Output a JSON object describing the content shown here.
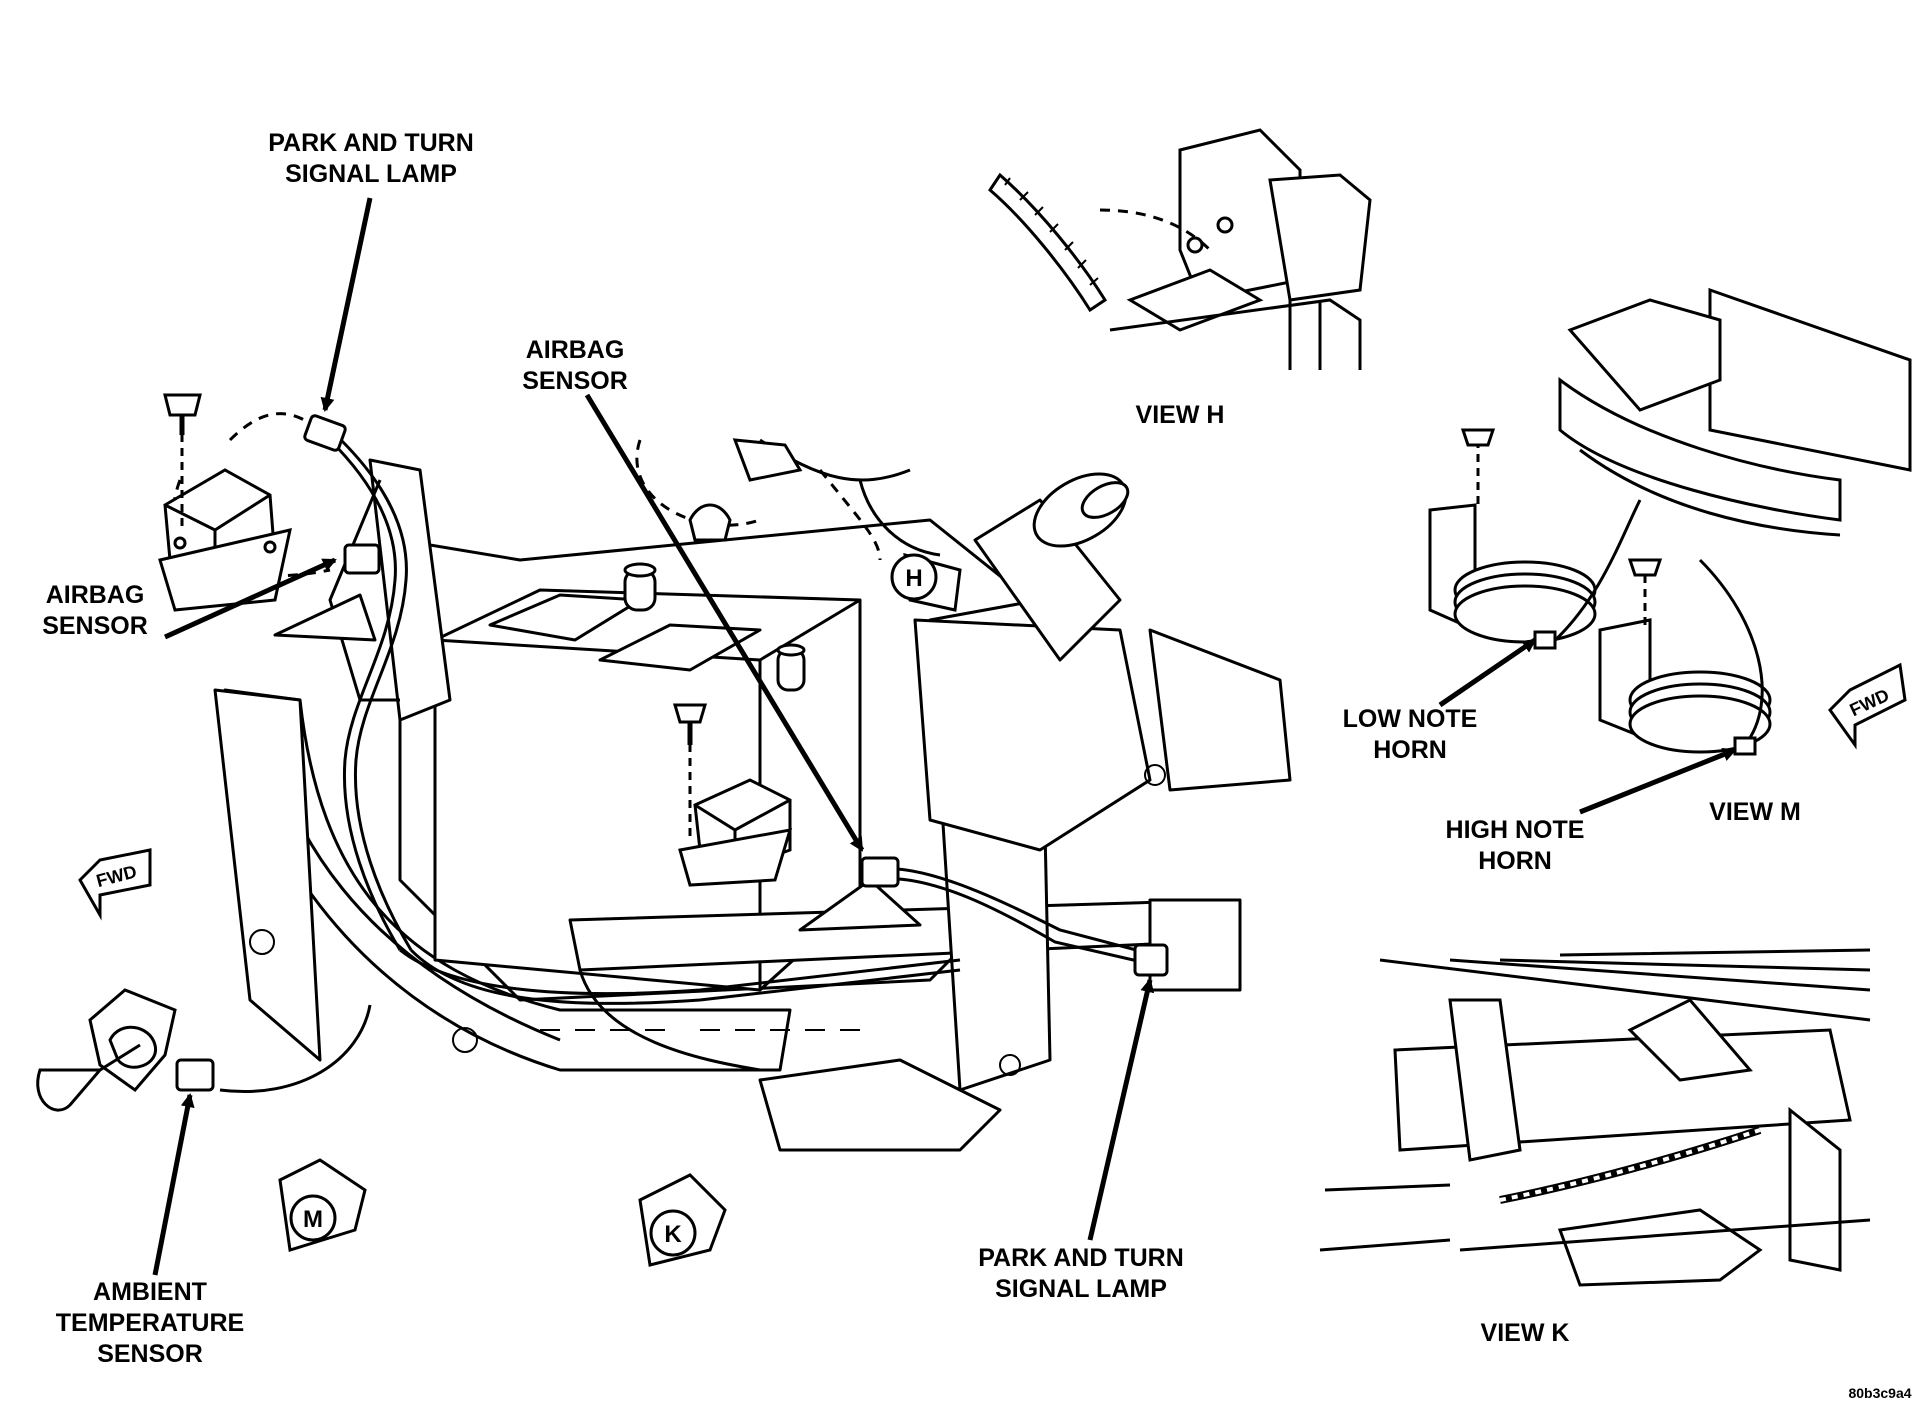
{
  "labels": {
    "park_turn_left": [
      "PARK AND TURN",
      "SIGNAL LAMP"
    ],
    "airbag_left": [
      "AIRBAG",
      "SENSOR"
    ],
    "airbag_center": [
      "AIRBAG",
      "SENSOR"
    ],
    "ambient_temp": [
      "AMBIENT",
      "TEMPERATURE",
      "SENSOR"
    ],
    "park_turn_right": [
      "PARK AND TURN",
      "SIGNAL LAMP"
    ],
    "view_h": "VIEW H",
    "view_m": "VIEW M",
    "view_k": "VIEW K",
    "low_note_horn": [
      "LOW NOTE",
      "HORN"
    ],
    "high_note_horn": [
      "HIGH NOTE",
      "HORN"
    ],
    "figure_code": "80b3c9a4"
  },
  "markers": {
    "h": "H",
    "m": "M",
    "k": "K",
    "fwd": "FWD"
  }
}
